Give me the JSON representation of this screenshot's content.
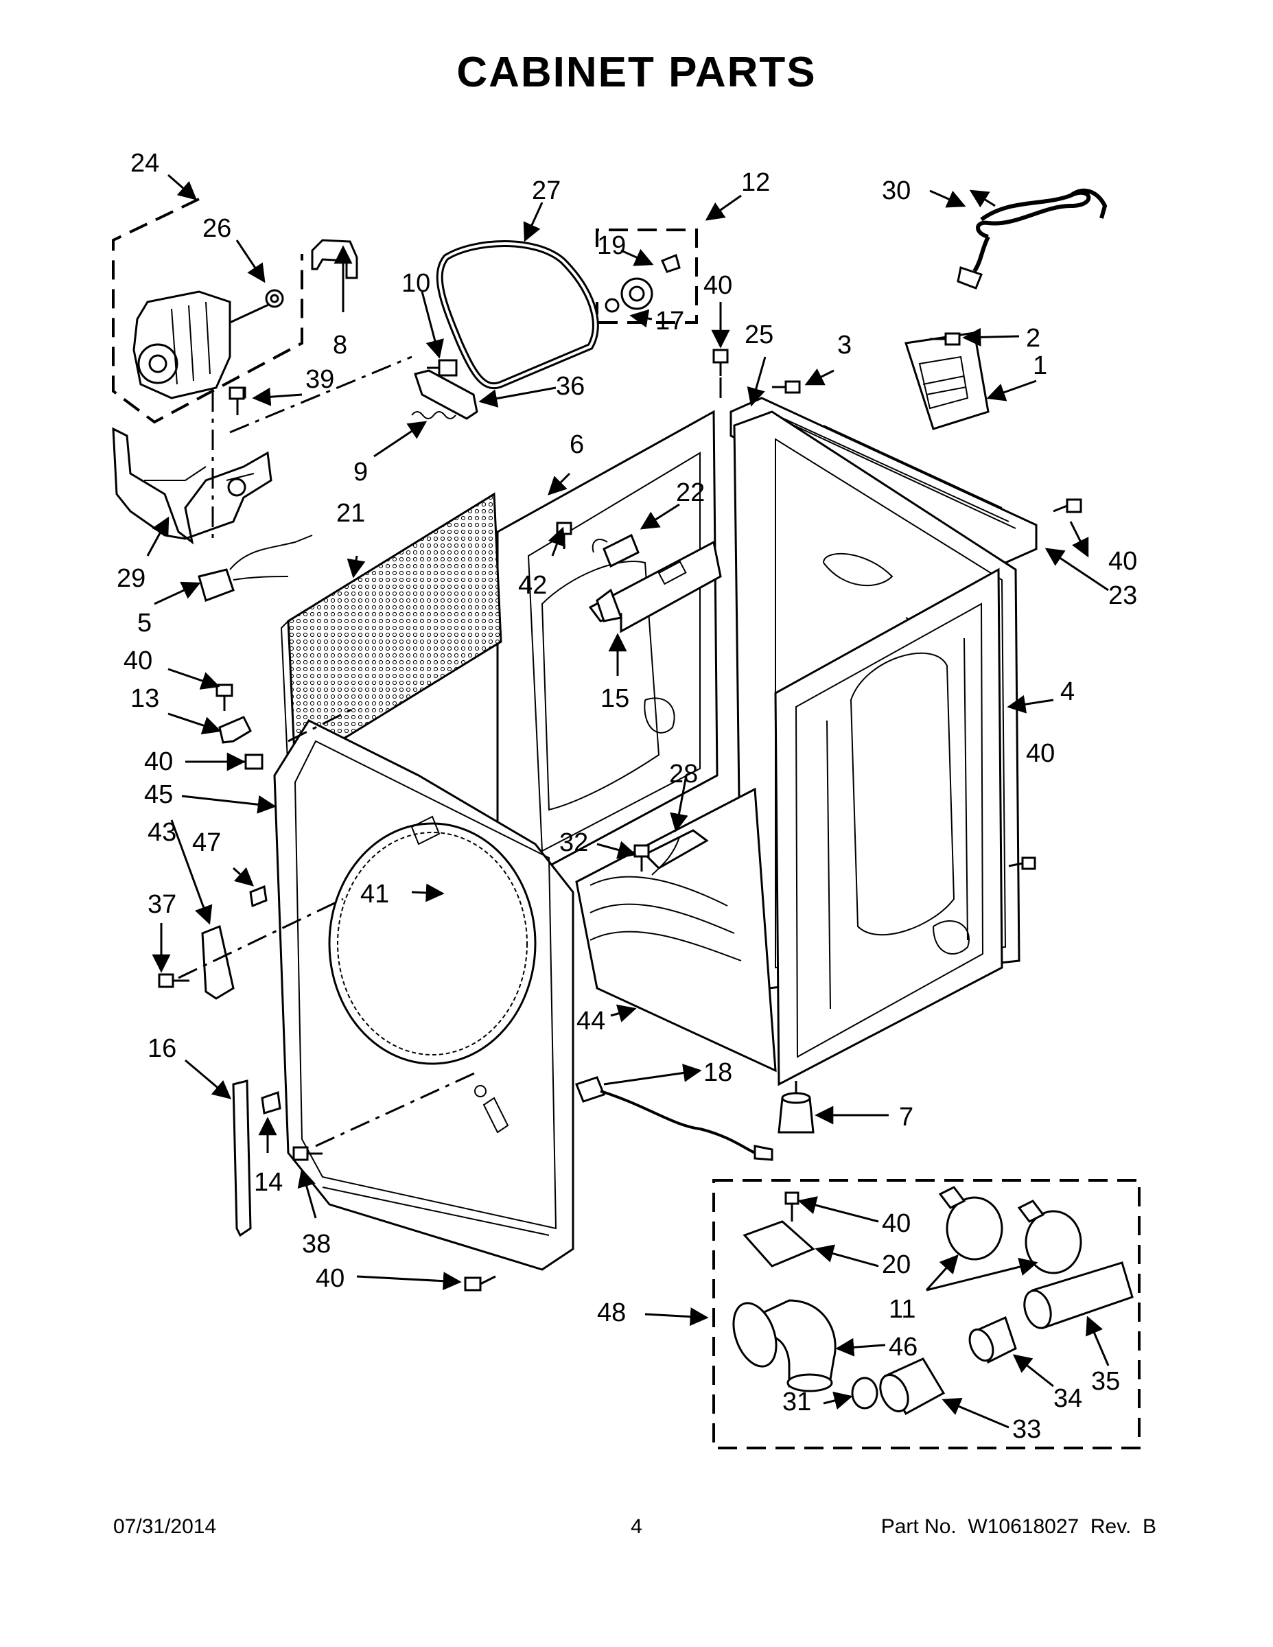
{
  "title": "CABINET PARTS",
  "footer": {
    "date": "07/31/2014",
    "page": "4",
    "part_number": "Part No.  W10618027  Rev.  B"
  },
  "callouts": {
    "c1": "1",
    "c2": "2",
    "c3": "3",
    "c4": "4",
    "c5": "5",
    "c6": "6",
    "c7": "7",
    "c8": "8",
    "c9": "9",
    "c10": "10",
    "c11": "11",
    "c12": "12",
    "c13": "13",
    "c14": "14",
    "c15": "15",
    "c16": "16",
    "c17": "17",
    "c18": "18",
    "c19": "19",
    "c20": "20",
    "c21": "21",
    "c22": "22",
    "c23": "23",
    "c24": "24",
    "c25": "25",
    "c26": "26",
    "c27": "27",
    "c28": "28",
    "c29": "29",
    "c30": "30",
    "c31": "31",
    "c32": "32",
    "c33": "33",
    "c34": "34",
    "c35": "35",
    "c36": "36",
    "c37": "37",
    "c38": "38",
    "c39": "39",
    "c40": "40",
    "c41": "41",
    "c42": "42",
    "c43": "43",
    "c44": "44",
    "c45": "45",
    "c46": "46",
    "c47": "47",
    "c48": "48"
  }
}
